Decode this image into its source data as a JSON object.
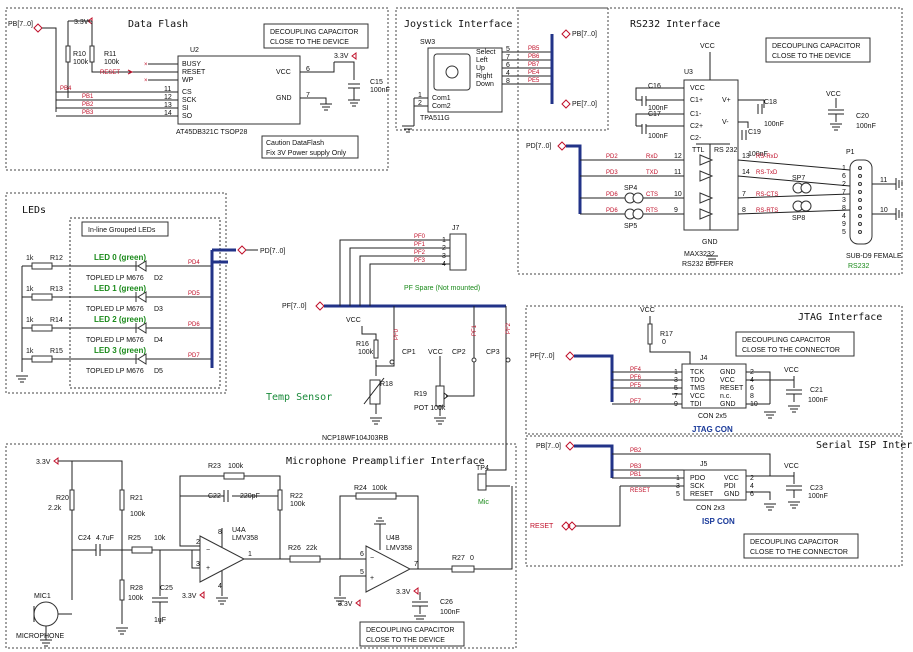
{
  "sections": {
    "data_flash": "Data Flash",
    "joystick": "Joystick Interface",
    "rs232": "RS232 Interface",
    "leds": "LEDs",
    "jtag": "JTAG Interface",
    "isp": "Serial ISP Interface",
    "mic": "Microphone Preamplifier Interface",
    "temp": "Temp Sensor"
  },
  "notes": {
    "decoupling_device": "DECOUPLING CAPACITOR",
    "close_device": "CLOSE TO THE DEVICE",
    "close_connector": "CLOSE TO THE CONNECTOR",
    "caution1": "Caution DataFlash",
    "caution2": "Fix 3V Power supply  Only",
    "inline_leds": "In-line Grouped LEDs",
    "pf_spare": "PF Spare (Not mounted)"
  },
  "power": {
    "v33": "3.3V",
    "vcc": "VCC"
  },
  "nets": {
    "pb": "PB[7..0]",
    "pd": "PD[7..0]",
    "pe": "PE[7..0]",
    "pf": "PF[7..0]",
    "reset": "RESET",
    "pb4": "PB4",
    "pb1": "PB1",
    "pb2": "PB2",
    "pb3": "PB3",
    "pb5": "PB5",
    "pb6": "PB6",
    "pb7": "PB7",
    "pe4": "PE4",
    "pe5": "PE5",
    "pd2": "PD2",
    "pd3": "PD3",
    "pd4": "PD4",
    "pd5": "PD5",
    "pd6": "PD6",
    "pd7": "PD7",
    "pf0": "PF0",
    "pf1": "PF1",
    "pf2": "PF2",
    "pf3": "PF3",
    "pf4": "PF4",
    "pf5": "PF5",
    "pf6": "PF6",
    "pf7": "PF7",
    "rxd": "RxD",
    "txd": "TXD",
    "cts": "CTS",
    "rts": "RTS",
    "rsrxd": "RS-RxD",
    "rstxd": "RS-TxD",
    "rscts": "RS-CTS",
    "rsrts": "RS-RTS"
  },
  "flash": {
    "ref": "U2",
    "part": "AT45DB321C TSOP28",
    "pins_left": [
      "BUSY",
      "RESET",
      "WP",
      "CS",
      "SCK",
      "SI",
      "SO"
    ],
    "nums_left": [
      "",
      "",
      "",
      "11",
      "12",
      "13",
      "14"
    ],
    "pins_right": [
      "VCC",
      "GND"
    ],
    "nums_right": [
      "6",
      "7"
    ],
    "r10": "R10",
    "r10v": "100k",
    "r11": "R11",
    "r11v": "100k",
    "c15": "C15",
    "c15v": "100nF"
  },
  "joystick": {
    "ref": "SW3",
    "part": "TPA511G",
    "pins_right": [
      "Select",
      "Left",
      "Up",
      "Right",
      "Down"
    ],
    "nums_right": [
      "5",
      "7",
      "6",
      "4",
      "8"
    ],
    "pins_left": [
      "Com1",
      "Com2"
    ],
    "nums_left": [
      "1",
      "2"
    ]
  },
  "rs232": {
    "ref": "U3",
    "part": "MAX3232",
    "desc": "RS232 BUFFER",
    "pins_left": [
      "VCC",
      "C1+",
      "C1-",
      "C2+",
      "C2-"
    ],
    "pins_right": [
      "V+",
      "V-"
    ],
    "ttl": "TTL",
    "rs": "RS 232",
    "gnd": "GND",
    "c16": "C16",
    "c17": "C17",
    "c18": "C18",
    "c19": "C19",
    "c20": "C20",
    "cv": "100nF",
    "sp4": "SP4",
    "sp5": "SP5",
    "sp7": "SP7",
    "sp8": "SP8",
    "p1": "P1",
    "p1part": "SUB-D9 FEMALE",
    "p1desc": "RS232",
    "sub_nums": [
      "1",
      "6",
      "2",
      "7",
      "3",
      "8",
      "4",
      "9",
      "5"
    ],
    "n11": "11",
    "n10": "10",
    "drv_in": [
      "12",
      "11",
      "10",
      "9"
    ],
    "drv_out": [
      "13",
      "14",
      "7",
      "8"
    ]
  },
  "leds": {
    "rows": [
      {
        "r": "R12",
        "rv": "1k",
        "name": "LED 0  (green)",
        "part": "TOPLED LP M676",
        "d": "D2",
        "net": "PD4"
      },
      {
        "r": "R13",
        "rv": "1k",
        "name": "LED 1  (green)",
        "part": "TOPLED LP M676",
        "d": "D3",
        "net": "PD5"
      },
      {
        "r": "R14",
        "rv": "1k",
        "name": "LED 2  (green)",
        "part": "TOPLED LP M676",
        "d": "D4",
        "net": "PD6"
      },
      {
        "r": "R15",
        "rv": "1k",
        "name": "LED 3  (green)",
        "part": "TOPLED LP M676",
        "d": "D5",
        "net": "PD7"
      }
    ]
  },
  "pfspare": {
    "j7": "J7",
    "pins": [
      "1",
      "2",
      "3",
      "4"
    ]
  },
  "temp": {
    "r16": "R16",
    "r16v": "100k",
    "r18": "R18",
    "r18part": "NCP18WF104J03RB",
    "cp1": "CP1",
    "cp2": "CP2",
    "cp3": "CP3",
    "r19": "R19",
    "r19v": "POT 100k"
  },
  "jtag": {
    "r17": "R17",
    "r17v": "0",
    "j4": "J4",
    "part": "CON 2x5",
    "label": "JTAG CON",
    "pins_l": [
      "TCK",
      "TDO",
      "TMS",
      "VCC",
      "TDI"
    ],
    "pins_r": [
      "GND",
      "VCC",
      "RESET",
      "n.c.",
      "GND"
    ],
    "nums_l": [
      "1",
      "3",
      "5",
      "7",
      "9"
    ],
    "nums_r": [
      "2",
      "4",
      "6",
      "8",
      "10"
    ],
    "c21": "C21",
    "c21v": "100nF"
  },
  "isp": {
    "j5": "J5",
    "part": "CON 2x3",
    "label": "ISP CON",
    "pins_l": [
      "PDO",
      "SCK",
      "RESET"
    ],
    "pins_r": [
      "VCC",
      "PDI",
      "GND"
    ],
    "nums_l": [
      "1",
      "3",
      "5"
    ],
    "nums_r": [
      "2",
      "4",
      "6"
    ],
    "c23": "C23",
    "c23v": "100nF"
  },
  "mic": {
    "r20": "R20",
    "r20v": "2.2k",
    "r21": "R21",
    "r21v": "100k",
    "r22": "R22",
    "r22v": "100k",
    "r23": "R23",
    "r23v": "100k",
    "c22": "C22",
    "c22v": "220pF",
    "c24": "C24",
    "c24v": "4.7uF",
    "r25": "R25",
    "r25v": "10k",
    "r28": "R28",
    "r28v": "100k",
    "c25": "C25",
    "c25v": "1uF",
    "u4a": "U4A",
    "u4b": "U4B",
    "opamp": "LMV358",
    "r26": "R26",
    "r26v": "22k",
    "r24": "R24",
    "r24v": "100k",
    "r27": "R27",
    "r27v": "0",
    "c26": "C26",
    "c26v": "100nF",
    "tp4": "TP4",
    "tp4l": "Mic",
    "mic1": "MIC1",
    "mic1l": "MICROPHONE",
    "pins": [
      "2",
      "3",
      "1",
      "8",
      "4",
      "6",
      "5",
      "7"
    ]
  }
}
